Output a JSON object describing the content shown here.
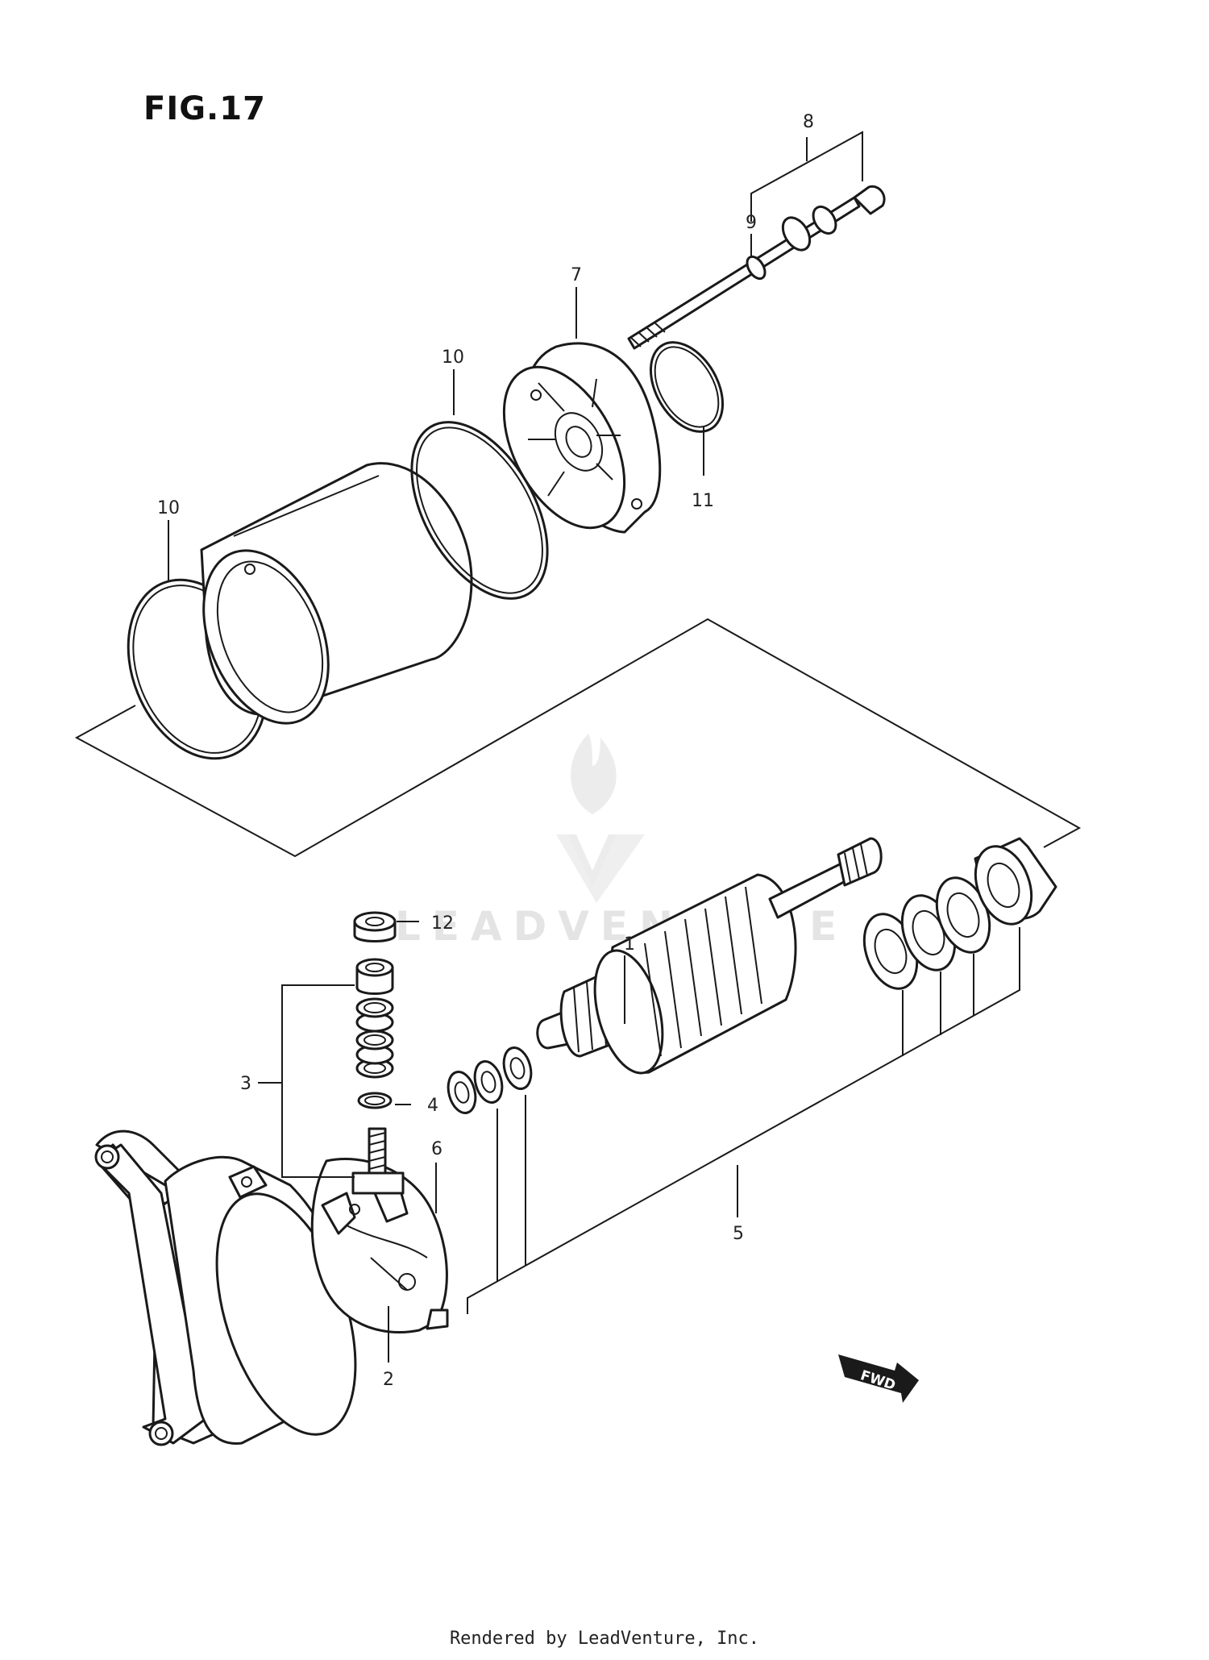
{
  "figure": {
    "title": "FIG.17",
    "fwd_label": "FWD",
    "watermark": "LEADVENTURE",
    "footer": "Rendered by LeadVenture, Inc."
  },
  "callouts": {
    "c1": "1",
    "c2": "2",
    "c3": "3",
    "c4": "4",
    "c5": "5",
    "c6": "6",
    "c7": "7",
    "c8": "8",
    "c9": "9",
    "c10a": "10",
    "c10b": "10",
    "c11": "11",
    "c12": "12"
  }
}
